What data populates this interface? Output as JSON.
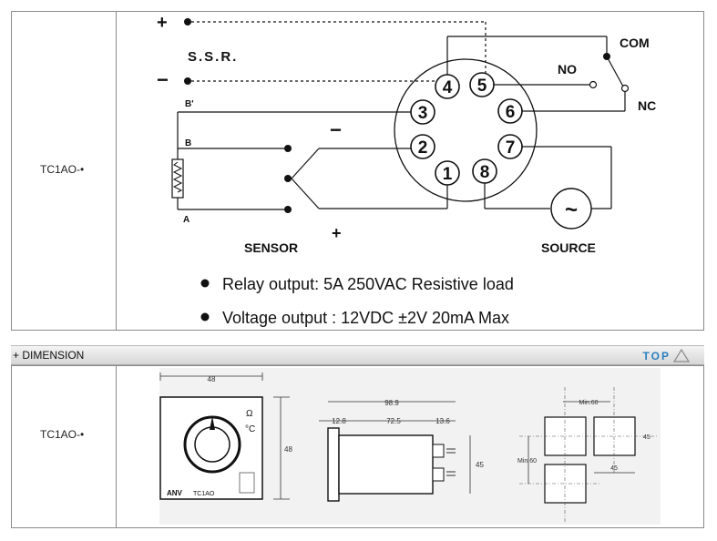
{
  "wiring": {
    "model_label": "TC1AO-•",
    "plus_sign": "+",
    "minus_sign": "−",
    "ssr": "S.S.R.",
    "com": "COM",
    "no": "NO",
    "nc": "NC",
    "b_prime": "B'",
    "b": "B",
    "a": "A",
    "sensor": "SENSOR",
    "source": "SOURCE",
    "pins": [
      "1",
      "2",
      "3",
      "4",
      "5",
      "6",
      "7",
      "8"
    ],
    "tc_minus": "−",
    "tc_plus": "+",
    "source_symbol": "~",
    "bullets": [
      "Relay output: 5A 250VAC Resistive load",
      "Voltage output : 12VDC ±2V 20mA Max"
    ]
  },
  "dimension": {
    "section_title": "+ DIMENSION",
    "top_link": "TOP",
    "model_label": "TC1AO-•",
    "front": {
      "width": "48",
      "height": "48",
      "brand": "ANV",
      "model": "TC1AO",
      "unit_c": "°C",
      "knob_label": "Ω"
    },
    "side": {
      "overall": "98.9",
      "front_part": "12.8",
      "body": "72.5",
      "rear": "13.6",
      "height": "45"
    },
    "panel": {
      "min_h": "Min.60",
      "min_v": "Min.60",
      "cut_h": "45",
      "cut_v": "45"
    }
  },
  "colors": {
    "border": "#8a8a8a",
    "accent": "#2a7fbf"
  }
}
